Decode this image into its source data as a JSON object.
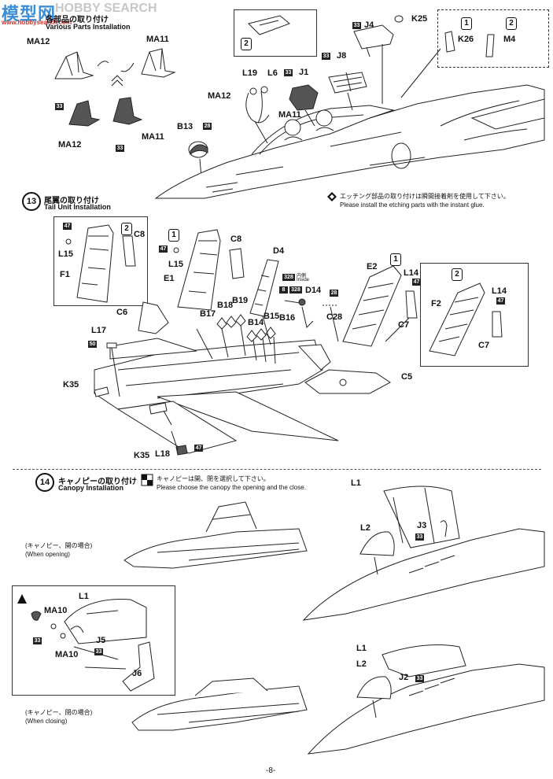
{
  "watermark": {
    "cjk": "模型网",
    "latin": "HOBBY SEARCH",
    "url": "www.hobbysearch.com"
  },
  "step12": {
    "title_jp": "各部品の取り付け",
    "title_en": "Various Parts Installation"
  },
  "step13": {
    "number": "13",
    "title_jp": "尾翼の取り付け",
    "title_en": "Tail Unit Installation"
  },
  "step14": {
    "number": "14",
    "title_jp": "キャノピーの取り付け",
    "title_en": "Canopy Installation"
  },
  "notes": {
    "etching_jp": "エッチング部品の取り付けは瞬間接着剤を使用して下さい。",
    "etching_en": "Please install the etching parts with the instant glue.",
    "canopy_jp": "キャノピーは開、閉を選択して下さい。",
    "canopy_en": "Please choose the canopy the opening and the close.",
    "opening_jp": "(キャノピー、開の場合)",
    "opening_en": "(When opening)",
    "closing_jp": "(キャノピー、閉の場合)",
    "closing_en": "(When closing)",
    "inside_jp": "内側",
    "inside_en": "Inside"
  },
  "options": {
    "one": "1",
    "two": "2"
  },
  "badges": {
    "b33": "33",
    "b28": "28",
    "b47": "47",
    "b50": "50",
    "b8": "8",
    "b328": "328"
  },
  "labels": {
    "MA12": "MA12",
    "MA11": "MA11",
    "L19": "L19",
    "L6": "L6",
    "J1": "J1",
    "B13": "B13",
    "J4": "J4",
    "K25": "K25",
    "J8": "J8",
    "K26": "K26",
    "M4": "M4",
    "C8": "C8",
    "L15": "L15",
    "F1": "F1",
    "E1": "E1",
    "D4": "D4",
    "C6": "C6",
    "B17": "B17",
    "B18": "B18",
    "B19": "B19",
    "B14": "B14",
    "B15": "B15",
    "B16": "B16",
    "D14": "D14",
    "C28": "C28",
    "E2": "E2",
    "L14": "L14",
    "C7": "C7",
    "F2": "F2",
    "L17": "L17",
    "K35": "K35",
    "C5": "C5",
    "L18": "L18",
    "L1": "L1",
    "L2": "L2",
    "J3": "J3",
    "MA10": "MA10",
    "J5": "J5",
    "J6": "J6",
    "J2": "J2"
  },
  "page_number": "-8-"
}
